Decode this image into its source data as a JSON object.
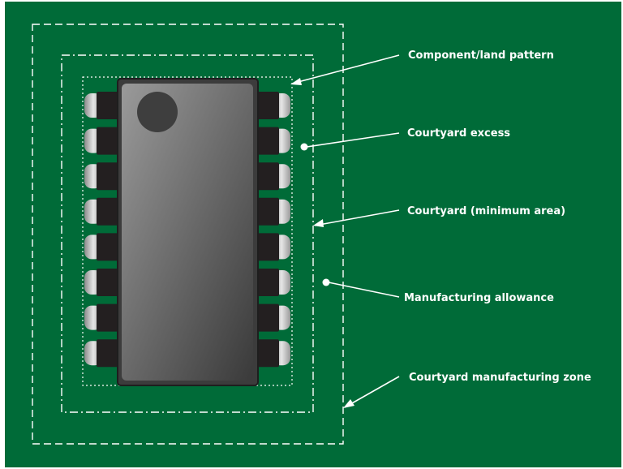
{
  "colors": {
    "board": "#006b38",
    "guide_lines": "#ffffff",
    "chip_body": "#4a4a4a",
    "chip_border": "#1e1e1e",
    "pin": "#231f20",
    "pad": "#c8c8c8"
  },
  "chip": {
    "pins_per_side": 8
  },
  "labels": {
    "component_land_pattern": "Component/land pattern",
    "courtyard_excess": "Courtyard excess",
    "courtyard_minimum_area": "Courtyard (minimum area)",
    "manufacturing_allowance": "Manufacturing allowance",
    "courtyard_manufacturing_zone": "Courtyard manufacturing zone"
  }
}
